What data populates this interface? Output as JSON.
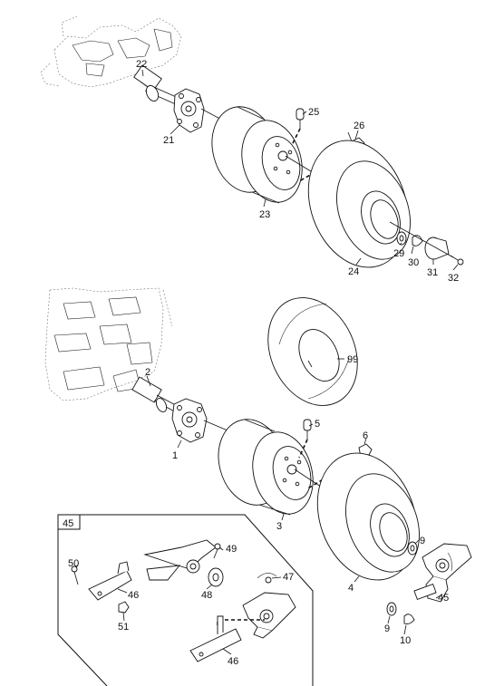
{
  "callouts": {
    "c22": "22",
    "c21": "21",
    "c25": "25",
    "c26": "26",
    "c23": "23",
    "c24": "24",
    "c29": "29",
    "c30": "30",
    "c31": "31",
    "c32": "32",
    "c99": "99",
    "c2": "2",
    "c1": "1",
    "c5": "5",
    "c6": "6",
    "c3": "3",
    "c4": "4",
    "c9a": "9",
    "c45a": "45",
    "c9b": "9",
    "c10": "10",
    "c45box": "45",
    "c49": "49",
    "c50": "50",
    "c46a": "46",
    "c48": "48",
    "c47": "47",
    "c51": "51",
    "c46b": "46"
  },
  "colors": {
    "ink": "#111111",
    "paper": "#ffffff",
    "frame": "#999999"
  }
}
